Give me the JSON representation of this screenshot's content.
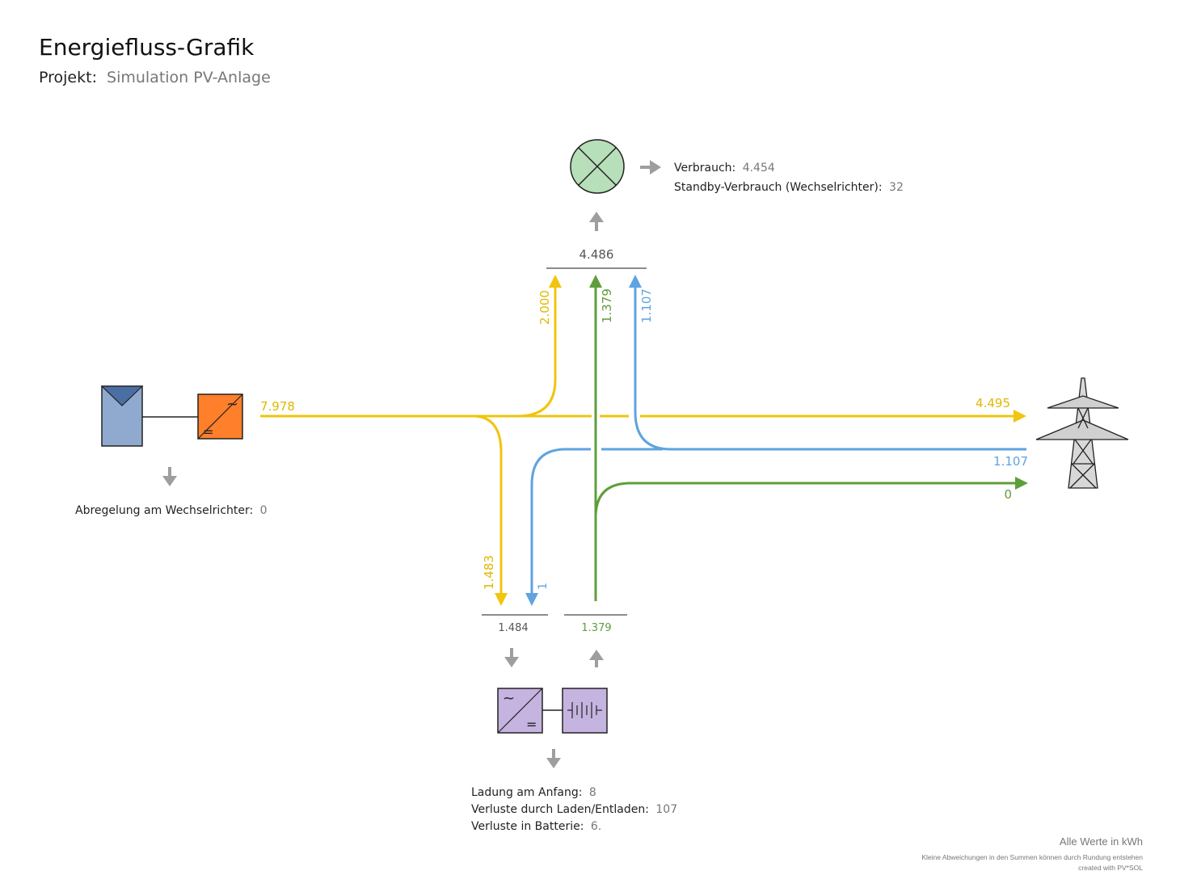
{
  "header": {
    "title": "Energiefluss-Grafik",
    "project_label": "Projekt:",
    "project_name": "Simulation PV-Anlage"
  },
  "colors": {
    "pv": "#f1c40f",
    "grid": "#5fa3e0",
    "battery": "#5e9e3a",
    "label_gray": "#777777",
    "arrow_gray": "#9e9e9e"
  },
  "flows": {
    "pv_total": "7.978",
    "pv_to_consumption": "2.000",
    "battery_to_consumption": "1.379",
    "grid_to_consumption": "1.107",
    "pv_to_grid": "4.495",
    "grid_purchase": "1.107",
    "battery_to_grid": "0",
    "pv_to_battery": "1.483",
    "grid_to_battery": "1"
  },
  "nodes": {
    "consumption_sum": "4.486",
    "battery_charge_sum": "1.484",
    "battery_discharge_sum": "1.379"
  },
  "consumption": {
    "verbrauch_label": "Verbrauch:",
    "verbrauch_value": "4.454",
    "standby_label": "Standby-Verbrauch (Wechselrichter):",
    "standby_value": "32"
  },
  "inverter": {
    "abregelung_label": "Abregelung am Wechselrichter:",
    "abregelung_value": "0"
  },
  "battery": {
    "ladung_label": "Ladung am Anfang:",
    "ladung_value": "8",
    "verluste_laden_label": "Verluste durch Laden/Entladen:",
    "verluste_laden_value": "107",
    "verluste_batterie_label": "Verluste in Batterie:",
    "verluste_batterie_value": "6."
  },
  "footer": {
    "units": "Alle Werte in kWh",
    "note": "Kleine Abweichungen in den Summen können durch Rundung entstehen",
    "credit": "created with PV*SOL"
  },
  "icons": [
    "pv-module-icon",
    "pv-inverter-icon",
    "consumer-lamp-icon",
    "power-tower-icon",
    "battery-inverter-icon",
    "battery-icon"
  ]
}
